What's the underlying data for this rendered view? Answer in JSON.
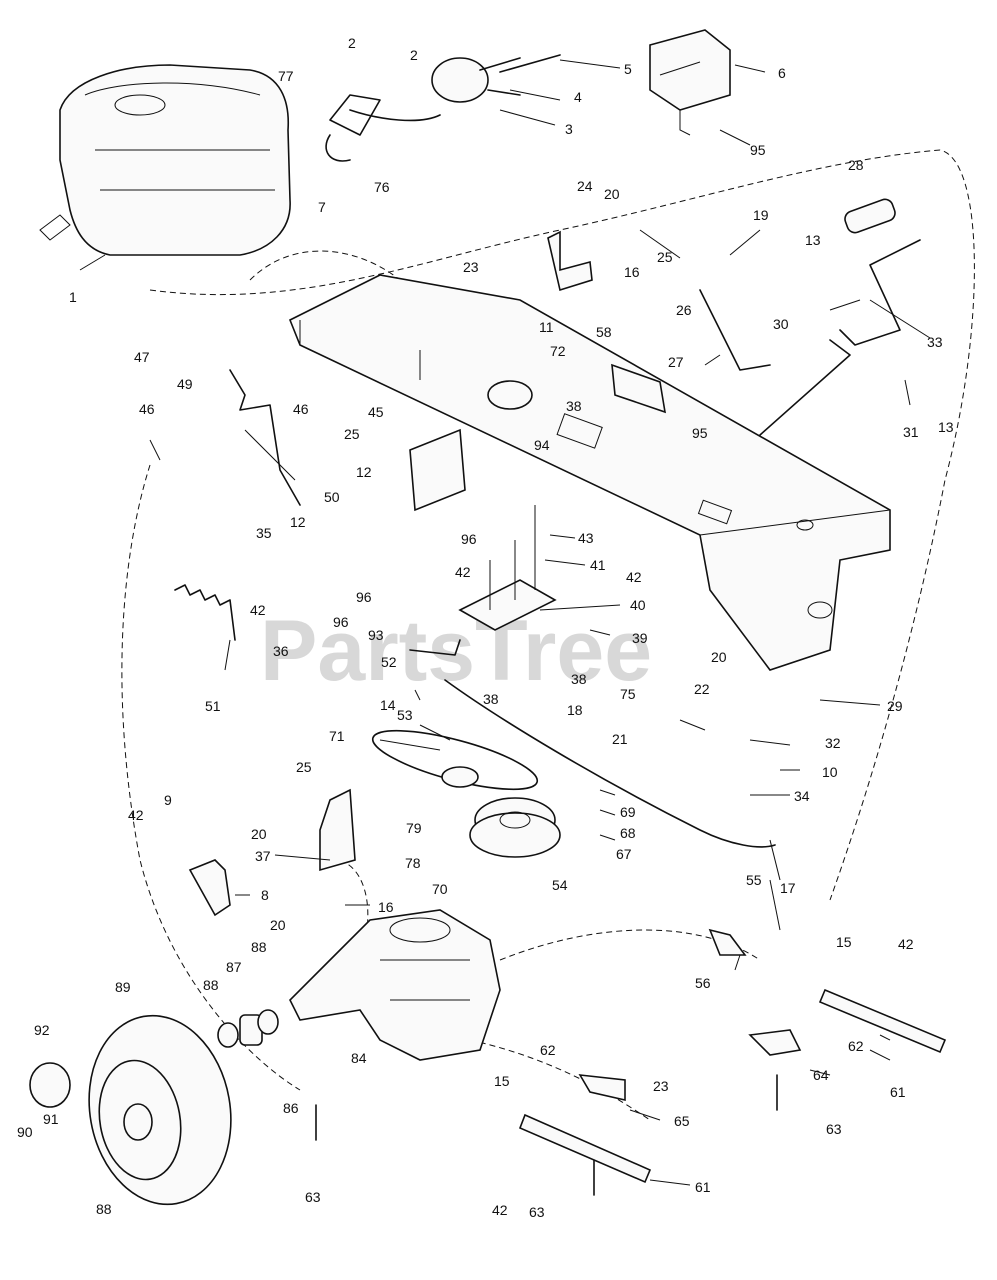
{
  "watermark": "PartsTree",
  "callouts": [
    {
      "id": "c1",
      "text": "1"
    },
    {
      "id": "c2a",
      "text": "2"
    },
    {
      "id": "c2b",
      "text": "2"
    },
    {
      "id": "c3",
      "text": "3"
    },
    {
      "id": "c4",
      "text": "4"
    },
    {
      "id": "c5",
      "text": "5"
    },
    {
      "id": "c6",
      "text": "6"
    },
    {
      "id": "c7",
      "text": "7"
    },
    {
      "id": "c8",
      "text": "8"
    },
    {
      "id": "c9",
      "text": "9"
    },
    {
      "id": "c10",
      "text": "10"
    },
    {
      "id": "c11",
      "text": "11"
    },
    {
      "id": "c12a",
      "text": "12"
    },
    {
      "id": "c12b",
      "text": "12"
    },
    {
      "id": "c13a",
      "text": "13"
    },
    {
      "id": "c13b",
      "text": "13"
    },
    {
      "id": "c14",
      "text": "14"
    },
    {
      "id": "c15a",
      "text": "15"
    },
    {
      "id": "c15b",
      "text": "15"
    },
    {
      "id": "c16a",
      "text": "16"
    },
    {
      "id": "c16b",
      "text": "16"
    },
    {
      "id": "c17",
      "text": "17"
    },
    {
      "id": "c18",
      "text": "18"
    },
    {
      "id": "c19",
      "text": "19"
    },
    {
      "id": "c20a",
      "text": "20"
    },
    {
      "id": "c20b",
      "text": "20"
    },
    {
      "id": "c20c",
      "text": "20"
    },
    {
      "id": "c20d",
      "text": "20"
    },
    {
      "id": "c21",
      "text": "21"
    },
    {
      "id": "c22",
      "text": "22"
    },
    {
      "id": "c23a",
      "text": "23"
    },
    {
      "id": "c23b",
      "text": "23"
    },
    {
      "id": "c24",
      "text": "24"
    },
    {
      "id": "c25a",
      "text": "25"
    },
    {
      "id": "c25b",
      "text": "25"
    },
    {
      "id": "c25c",
      "text": "25"
    },
    {
      "id": "c26",
      "text": "26"
    },
    {
      "id": "c27",
      "text": "27"
    },
    {
      "id": "c28",
      "text": "28"
    },
    {
      "id": "c29",
      "text": "29"
    },
    {
      "id": "c30",
      "text": "30"
    },
    {
      "id": "c31",
      "text": "31"
    },
    {
      "id": "c32",
      "text": "32"
    },
    {
      "id": "c33",
      "text": "33"
    },
    {
      "id": "c34",
      "text": "34"
    },
    {
      "id": "c35",
      "text": "35"
    },
    {
      "id": "c36",
      "text": "36"
    },
    {
      "id": "c37",
      "text": "37"
    },
    {
      "id": "c38a",
      "text": "38"
    },
    {
      "id": "c38b",
      "text": "38"
    },
    {
      "id": "c38c",
      "text": "38"
    },
    {
      "id": "c39",
      "text": "39"
    },
    {
      "id": "c40",
      "text": "40"
    },
    {
      "id": "c41",
      "text": "41"
    },
    {
      "id": "c42a",
      "text": "42"
    },
    {
      "id": "c42b",
      "text": "42"
    },
    {
      "id": "c42c",
      "text": "42"
    },
    {
      "id": "c42d",
      "text": "42"
    },
    {
      "id": "c42e",
      "text": "42"
    },
    {
      "id": "c42f",
      "text": "42"
    },
    {
      "id": "c43",
      "text": "43"
    },
    {
      "id": "c45",
      "text": "45"
    },
    {
      "id": "c46a",
      "text": "46"
    },
    {
      "id": "c46b",
      "text": "46"
    },
    {
      "id": "c47",
      "text": "47"
    },
    {
      "id": "c49",
      "text": "49"
    },
    {
      "id": "c50",
      "text": "50"
    },
    {
      "id": "c51",
      "text": "51"
    },
    {
      "id": "c52",
      "text": "52"
    },
    {
      "id": "c53",
      "text": "53"
    },
    {
      "id": "c54",
      "text": "54"
    },
    {
      "id": "c55",
      "text": "55"
    },
    {
      "id": "c56",
      "text": "56"
    },
    {
      "id": "c58",
      "text": "58"
    },
    {
      "id": "c61a",
      "text": "61"
    },
    {
      "id": "c61b",
      "text": "61"
    },
    {
      "id": "c62a",
      "text": "62"
    },
    {
      "id": "c62b",
      "text": "62"
    },
    {
      "id": "c63a",
      "text": "63"
    },
    {
      "id": "c63b",
      "text": "63"
    },
    {
      "id": "c63c",
      "text": "63"
    },
    {
      "id": "c64",
      "text": "64"
    },
    {
      "id": "c65",
      "text": "65"
    },
    {
      "id": "c67",
      "text": "67"
    },
    {
      "id": "c68",
      "text": "68"
    },
    {
      "id": "c69",
      "text": "69"
    },
    {
      "id": "c70",
      "text": "70"
    },
    {
      "id": "c71",
      "text": "71"
    },
    {
      "id": "c72",
      "text": "72"
    },
    {
      "id": "c75",
      "text": "75"
    },
    {
      "id": "c76",
      "text": "76"
    },
    {
      "id": "c77",
      "text": "77"
    },
    {
      "id": "c78",
      "text": "78"
    },
    {
      "id": "c79",
      "text": "79"
    },
    {
      "id": "c84",
      "text": "84"
    },
    {
      "id": "c86",
      "text": "86"
    },
    {
      "id": "c87",
      "text": "87"
    },
    {
      "id": "c88a",
      "text": "88"
    },
    {
      "id": "c88b",
      "text": "88"
    },
    {
      "id": "c88c",
      "text": "88"
    },
    {
      "id": "c89",
      "text": "89"
    },
    {
      "id": "c90",
      "text": "90"
    },
    {
      "id": "c91",
      "text": "91"
    },
    {
      "id": "c92",
      "text": "92"
    },
    {
      "id": "c93",
      "text": "93"
    },
    {
      "id": "c94",
      "text": "94"
    },
    {
      "id": "c95a",
      "text": "95"
    },
    {
      "id": "c95b",
      "text": "95"
    },
    {
      "id": "c96a",
      "text": "96"
    },
    {
      "id": "c96b",
      "text": "96"
    },
    {
      "id": "c96c",
      "text": "96"
    }
  ]
}
